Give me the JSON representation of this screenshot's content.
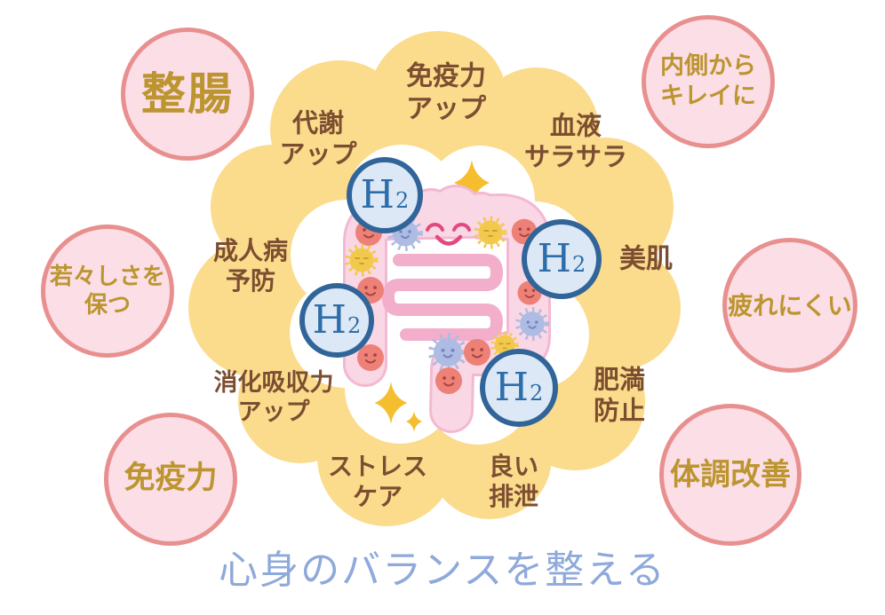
{
  "caption": {
    "text": "心身のバランスを整える"
  },
  "colors": {
    "flower_yellow": "#FBDB8C",
    "inner_blob_white": "#FFFFFF",
    "outer_circle_fill": "#FBDEE6",
    "outer_circle_border": "#E8908F",
    "outer_circle_text_gold": "#BC9530",
    "flower_label_brown": "#7C4E31",
    "h2_fill": "#DCE8F5",
    "h2_border": "#31659A",
    "h2_text": "#2D6DA9",
    "caption_blue": "#8FA9DB",
    "sparkle_gold": "#F5BE2E",
    "intestine_pink": "#FAD7E5",
    "intestine_outline": "#F3B9D2",
    "squiggle_pink": "#F2AECA",
    "face_pink": "#E2497F",
    "bacteria_red": "#EE8177",
    "bacteria_yellow": "#F2C94C",
    "bacteria_blue": "#AEBCE3"
  },
  "outer_circles": [
    {
      "id": "seichou",
      "lines": [
        "整腸"
      ]
    },
    {
      "id": "uchigawa-kirei",
      "lines": [
        "内側から",
        "キレイに"
      ]
    },
    {
      "id": "wakawakashisa",
      "lines": [
        "若々しさを",
        "保つ"
      ]
    },
    {
      "id": "tsukarenikui",
      "lines": [
        "疲れにくい"
      ]
    },
    {
      "id": "menekiryoku",
      "lines": [
        "免疫力"
      ]
    },
    {
      "id": "taichou-kaizen",
      "lines": [
        "体調改善"
      ]
    }
  ],
  "inner_labels": [
    {
      "id": "meneki-up",
      "lines": [
        "免疫力",
        "アップ"
      ]
    },
    {
      "id": "taisha-up",
      "lines": [
        "代謝",
        "アップ"
      ]
    },
    {
      "id": "ketsueki",
      "lines": [
        "血液",
        "サラサラ"
      ]
    },
    {
      "id": "seijinbyo",
      "lines": [
        "成人病",
        "予防"
      ]
    },
    {
      "id": "bihada",
      "lines": [
        "美肌"
      ]
    },
    {
      "id": "shouka",
      "lines": [
        "消化吸収力",
        "アップ"
      ]
    },
    {
      "id": "himan",
      "lines": [
        "肥満",
        "防止"
      ]
    },
    {
      "id": "stress-care",
      "lines": [
        "ストレス",
        "ケア"
      ]
    },
    {
      "id": "haisetsu",
      "lines": [
        "良い",
        "排泄"
      ]
    }
  ],
  "h2_badge": {
    "symbol": "H",
    "subscript": "2",
    "count": 4
  }
}
